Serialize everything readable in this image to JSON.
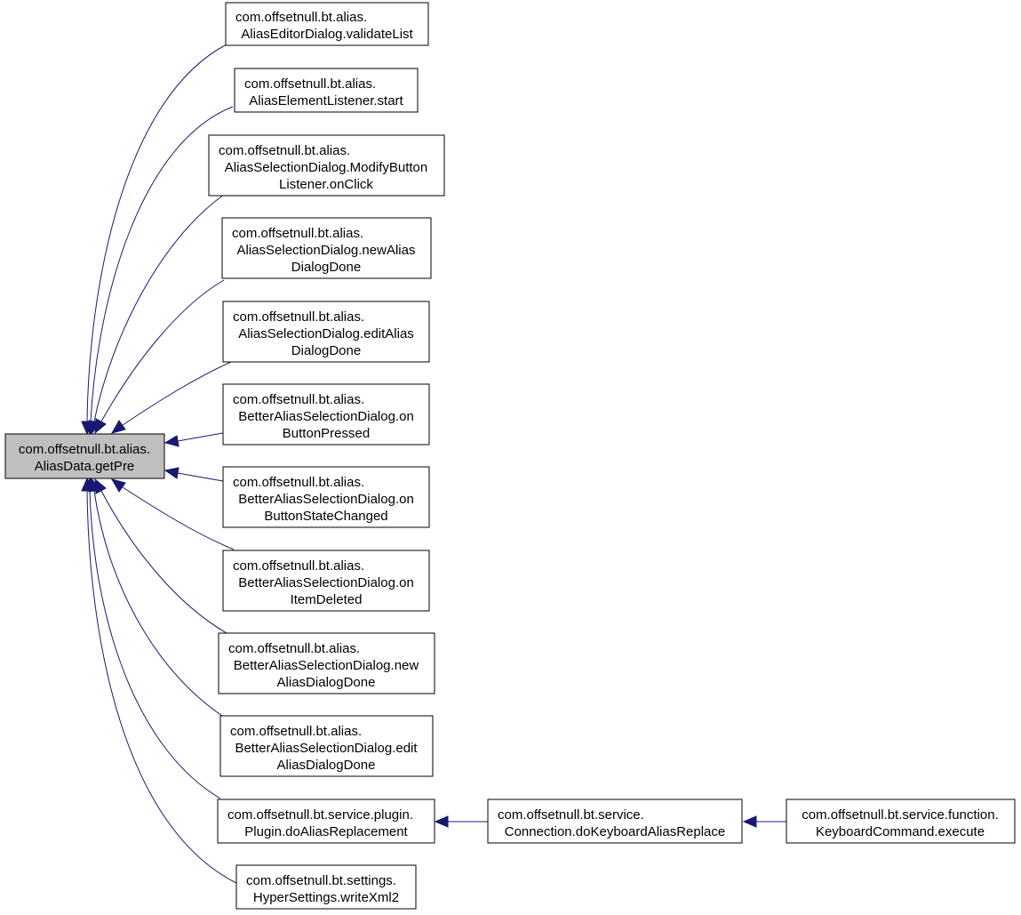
{
  "diagram": {
    "colors": {
      "root_fill": "#bfbfbf",
      "node_fill": "#ffffff",
      "edge": "#191970"
    },
    "nodes": {
      "getPre": [
        "com.offsetnull.bt.alias.",
        "AliasData.getPre"
      ],
      "validateList": [
        "com.offsetnull.bt.alias.",
        "AliasEditorDialog.validateList"
      ],
      "start": [
        "com.offsetnull.bt.alias.",
        "AliasElementListener.start"
      ],
      "modifyOnClick": [
        "com.offsetnull.bt.alias.",
        "AliasSelectionDialog.ModifyButton",
        "Listener.onClick"
      ],
      "newAliasDialogDone": [
        "com.offsetnull.bt.alias.",
        "AliasSelectionDialog.newAlias",
        "DialogDone"
      ],
      "editAliasDialogDone": [
        "com.offsetnull.bt.alias.",
        "AliasSelectionDialog.editAlias",
        "DialogDone"
      ],
      "onButtonPressed": [
        "com.offsetnull.bt.alias.",
        "BetterAliasSelectionDialog.on",
        "ButtonPressed"
      ],
      "onButtonStateChanged": [
        "com.offsetnull.bt.alias.",
        "BetterAliasSelectionDialog.on",
        "ButtonStateChanged"
      ],
      "onItemDeleted": [
        "com.offsetnull.bt.alias.",
        "BetterAliasSelectionDialog.on",
        "ItemDeleted"
      ],
      "betterNewAliasDialogDone": [
        "com.offsetnull.bt.alias.",
        "BetterAliasSelectionDialog.new",
        "AliasDialogDone"
      ],
      "betterEditAliasDialogDone": [
        "com.offsetnull.bt.alias.",
        "BetterAliasSelectionDialog.edit",
        "AliasDialogDone"
      ],
      "doAliasReplacement": [
        "com.offsetnull.bt.service.plugin.",
        "Plugin.doAliasReplacement"
      ],
      "writeXml2": [
        "com.offsetnull.bt.settings.",
        "HyperSettings.writeXml2"
      ],
      "doKeyboardAliasReplace": [
        "com.offsetnull.bt.service.",
        "Connection.doKeyboardAliasReplace"
      ],
      "execute": [
        "com.offsetnull.bt.service.function.",
        "KeyboardCommand.execute"
      ]
    }
  }
}
